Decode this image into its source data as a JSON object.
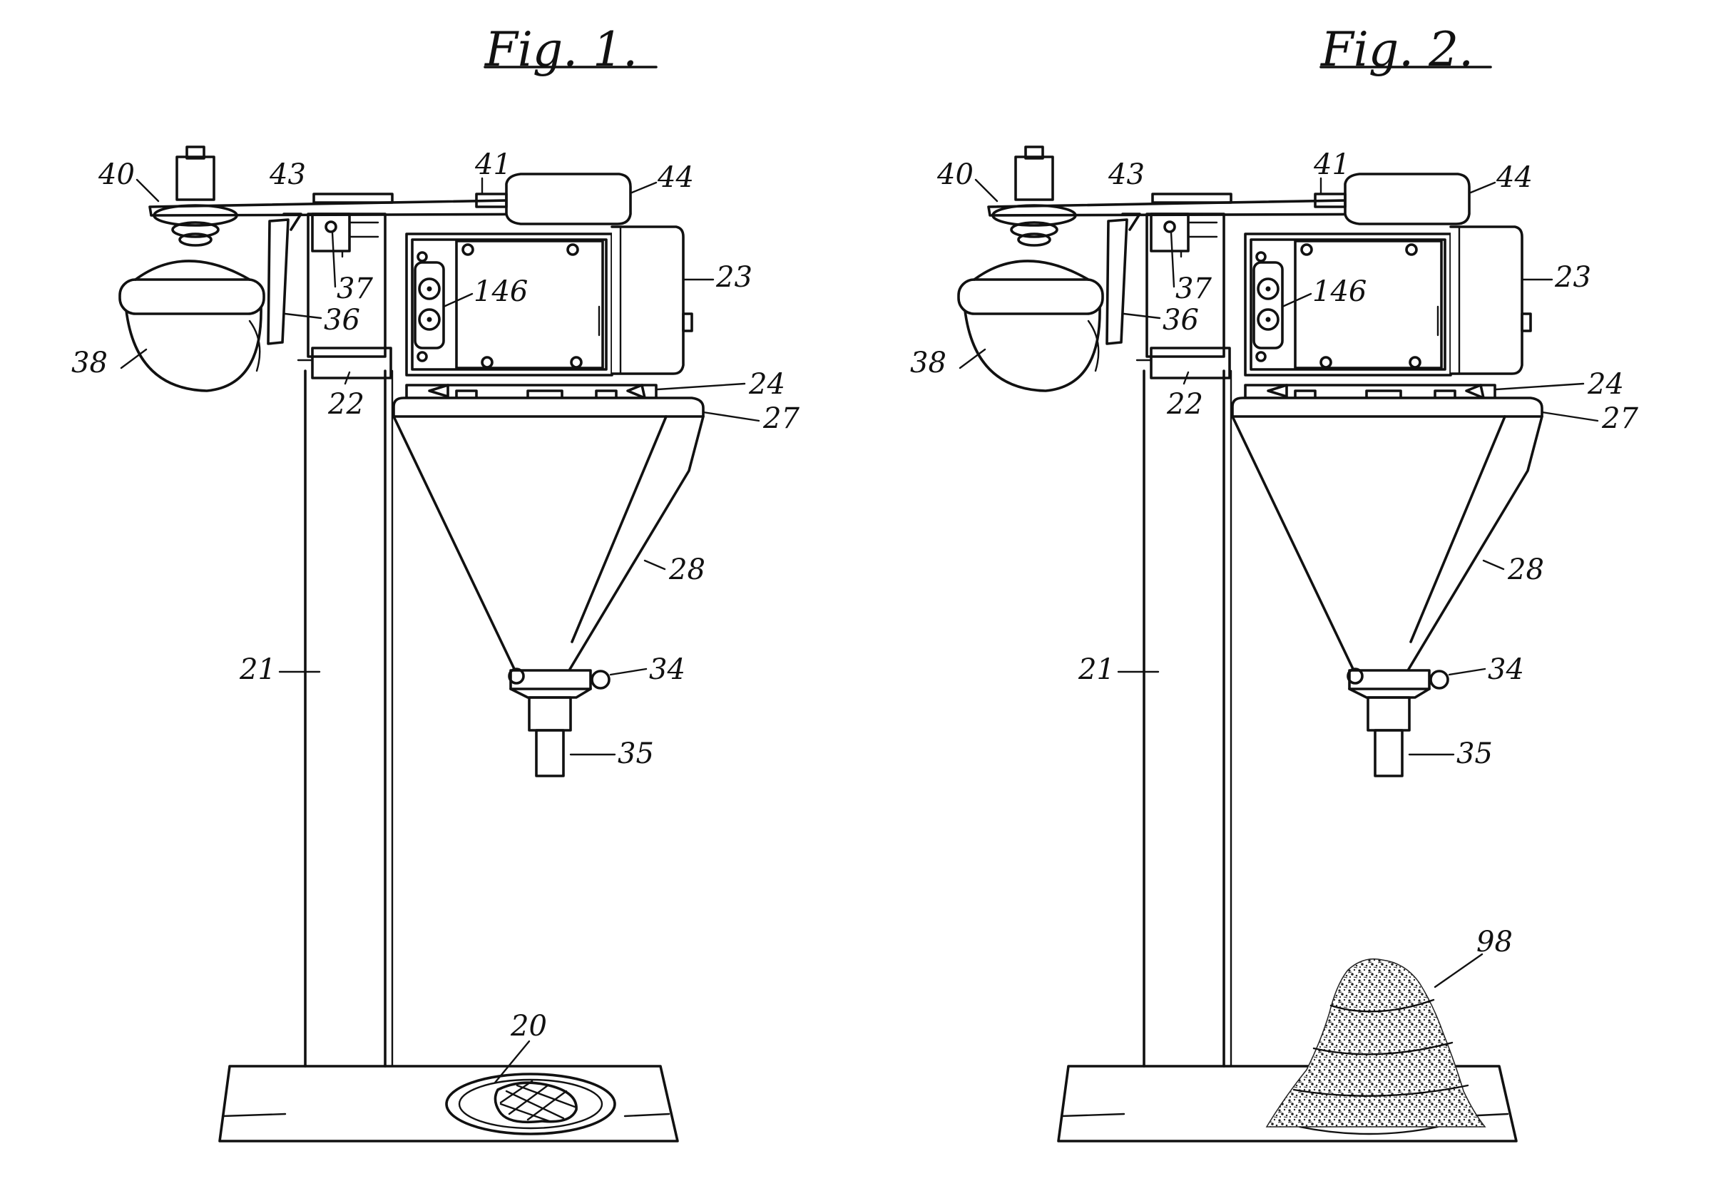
{
  "figures": [
    {
      "title": "Fig. 1.",
      "labels": [
        "40",
        "43",
        "41",
        "44",
        "37",
        "146",
        "23",
        "36",
        "38",
        "22",
        "24",
        "27",
        "28",
        "21",
        "34",
        "35",
        "20"
      ]
    },
    {
      "title": "Fig. 2.",
      "labels": [
        "40",
        "43",
        "41",
        "44",
        "37",
        "146",
        "23",
        "36",
        "38",
        "22",
        "24",
        "27",
        "28",
        "21",
        "34",
        "35",
        "98"
      ]
    }
  ]
}
